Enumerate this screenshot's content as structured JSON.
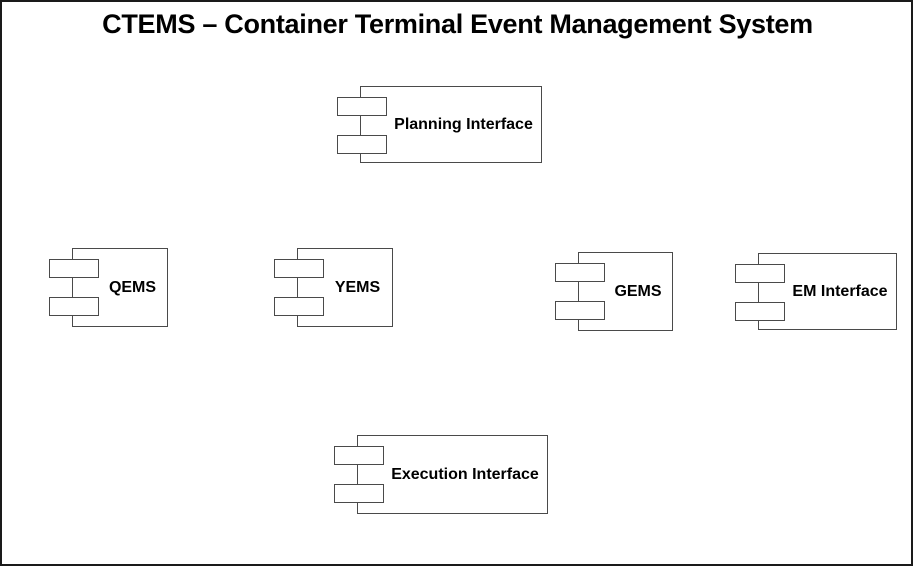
{
  "title": "CTEMS – Container Terminal Event Management System",
  "diagram": {
    "type": "uml-component-diagram",
    "components": [
      {
        "id": "planning-interface",
        "label": "Planning Interface"
      },
      {
        "id": "qems",
        "label": "QEMS"
      },
      {
        "id": "yems",
        "label": "YEMS"
      },
      {
        "id": "gems",
        "label": "GEMS"
      },
      {
        "id": "em-interface",
        "label": "EM Interface"
      },
      {
        "id": "execution-interface",
        "label": "Execution Interface"
      }
    ]
  },
  "colors": {
    "background": "#ffffff",
    "frame_border": "#1a1a1a",
    "component_border": "#4a4a4a",
    "text": "#000000"
  }
}
